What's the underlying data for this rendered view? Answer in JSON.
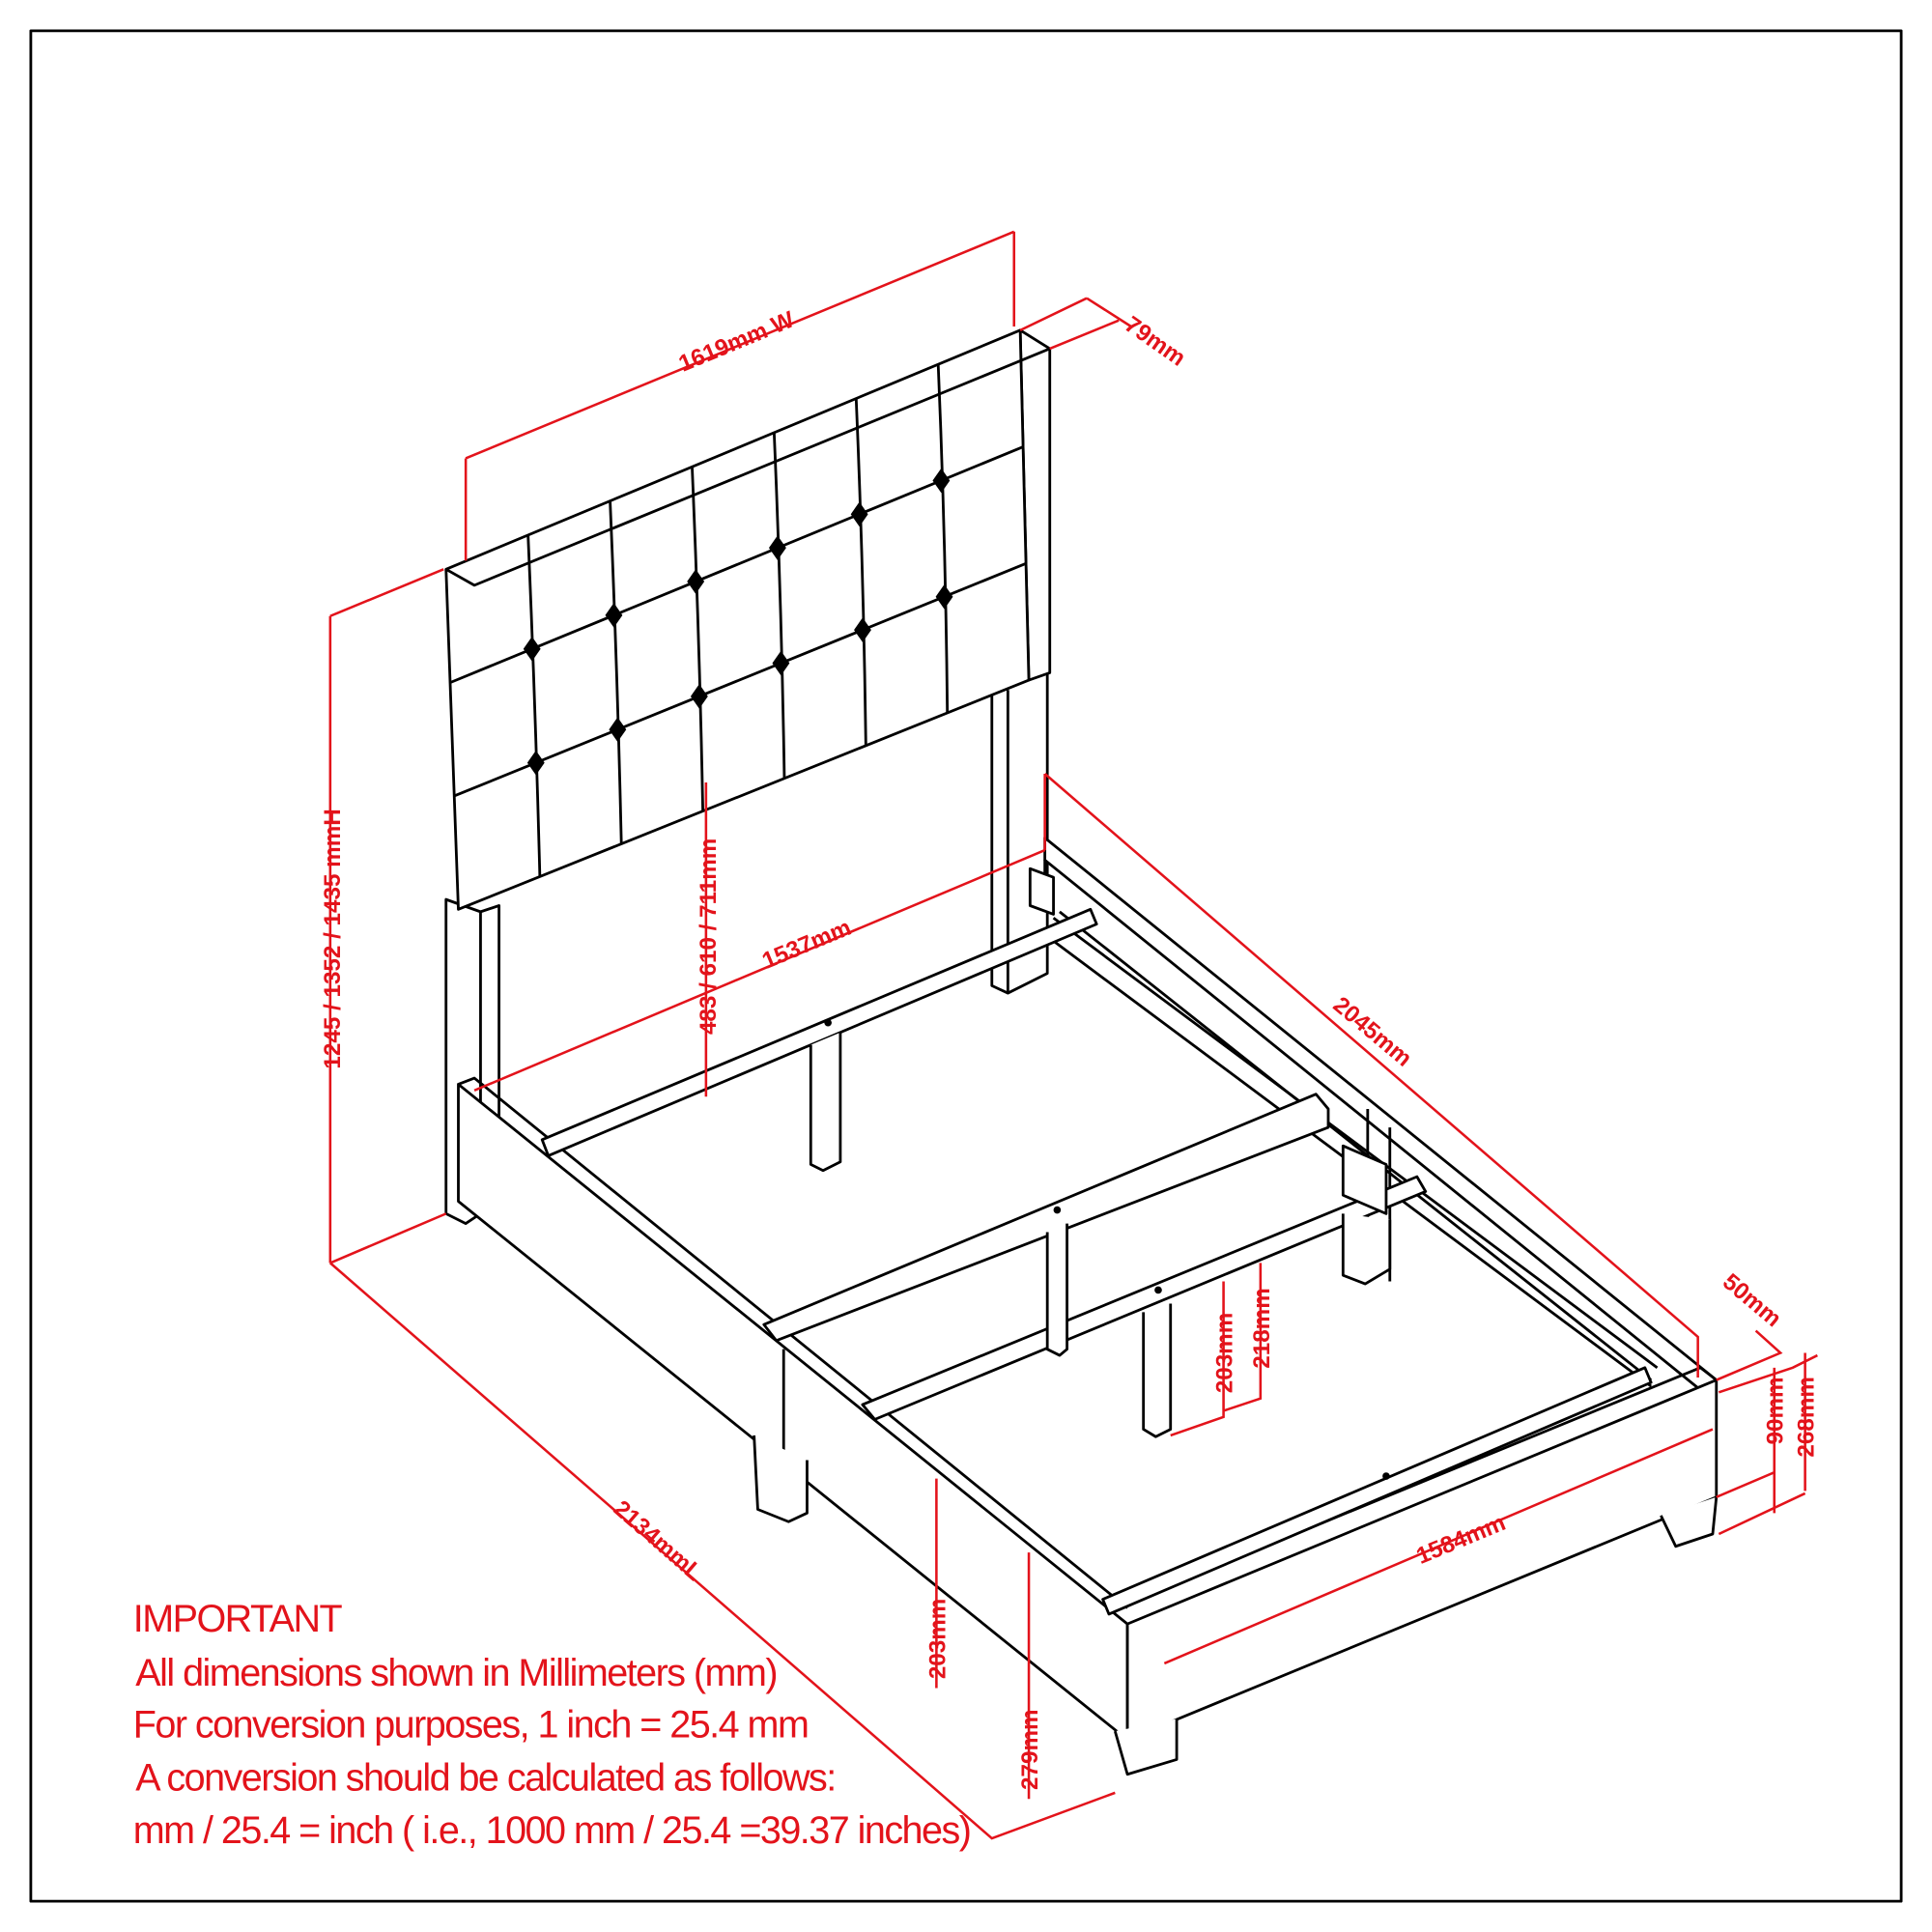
{
  "dimensions": {
    "headboard_width": "1619mm W",
    "headboard_thickness": "79mm",
    "total_height": "1245 / 1352 / 1435 mmH",
    "headboard_panel_height": "483 / 610 / 711mm",
    "inner_width": "1537mm",
    "inner_length": "2045mm",
    "total_length": "2134mmL",
    "footboard_thickness": "50mm",
    "footboard_height": "90mm",
    "footboard_total_height": "268mm",
    "footboard_inner_width": "1584mm",
    "rail_clearance_1": "203mm",
    "rail_clearance_2": "279mm",
    "center_support_1": "203mm",
    "center_support_2": "218mm"
  },
  "notes": {
    "title": "IMPORTANT",
    "line1": "All dimensions shown in Millimeters (mm)",
    "line2": "For conversion purposes, 1 inch = 25.4 mm",
    "line3": "A conversion should be calculated as follows:",
    "line4": "mm / 25.4 = inch ( i.e., 1000 mm / 25.4 =39.37 inches)"
  },
  "colors": {
    "dimension": "#e3131b",
    "outline": "#000000"
  }
}
